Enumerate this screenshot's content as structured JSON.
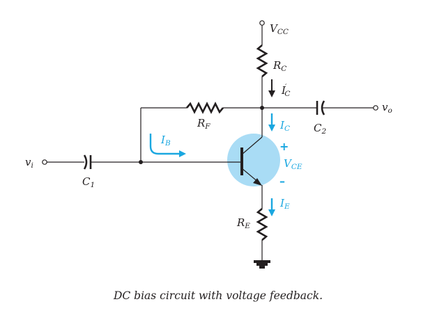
{
  "labels": {
    "vcc": "V",
    "vcc_sub": "CC",
    "rc": "R",
    "rc_sub": "C",
    "ic_prime": "I",
    "ic_prime_sub": "C",
    "ic_prime_mark": "′",
    "rf": "R",
    "rf_sub": "F",
    "ic": "I",
    "ic_sub": "C",
    "c2": "C",
    "c2_sub": "2",
    "vo": "v",
    "vo_sub": "o",
    "ib": "I",
    "ib_sub": "B",
    "plus": "+",
    "vce": "V",
    "vce_sub": "CE",
    "minus": "–",
    "vi": "v",
    "vi_sub": "i",
    "c1": "C",
    "c1_sub": "1",
    "ie": "I",
    "ie_sub": "E",
    "re": "R",
    "re_sub": "E"
  },
  "caption": "DC bias circuit with voltage feedback.",
  "colors": {
    "ink": "#231f20",
    "accent": "#1aa7e0",
    "transistor_fill": "#a9dcf5"
  }
}
